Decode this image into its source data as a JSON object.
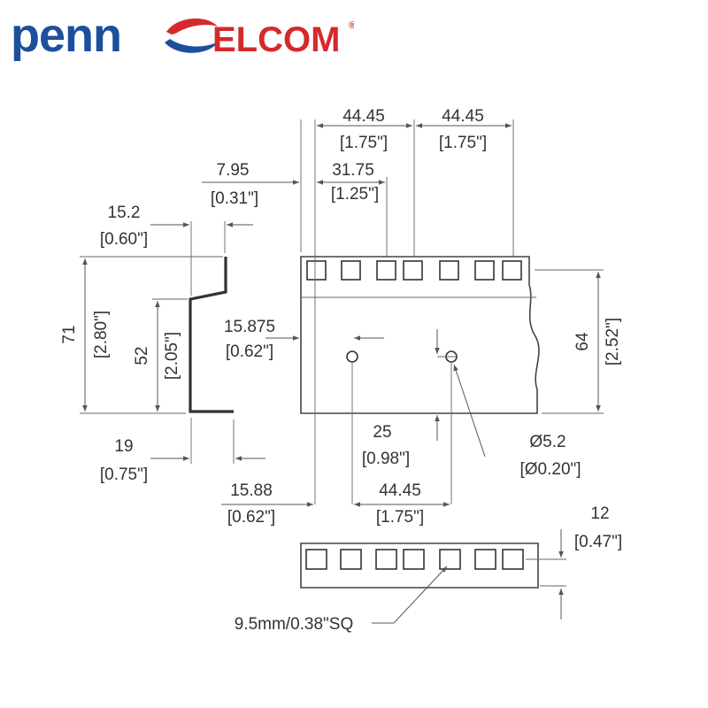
{
  "logo": {
    "brand_left": "penn",
    "brand_right": "ELCOM",
    "registered": "®",
    "colors": {
      "blue": "#1d4f9c",
      "red": "#d42a2e"
    }
  },
  "dimensions": {
    "top_pitch_1": {
      "mm": "44.45",
      "in": "[1.75\"]"
    },
    "top_pitch_2": {
      "mm": "44.45",
      "in": "[1.75\"]"
    },
    "first_hole_offset": {
      "mm": "31.75",
      "in": "[1.25\"]"
    },
    "flange_gap": {
      "mm": "7.95",
      "in": "[0.31\"]"
    },
    "profile_top_flange": {
      "mm": "15.2",
      "in": "[0.60\"]"
    },
    "profile_height": {
      "mm": "71",
      "in": "[2.80\"]"
    },
    "profile_inner_height": {
      "mm": "52",
      "in": "[2.05\"]"
    },
    "profile_bottom_flange": {
      "mm": "19",
      "in": "[0.75\"]"
    },
    "hole_edge_offset": {
      "mm": "15.875",
      "in": "[0.62\"]"
    },
    "hole_vertical": {
      "mm": "25",
      "in": "[0.98\"]"
    },
    "hole_diameter": {
      "mm": "Ø5.2",
      "in": "[Ø0.20\"]"
    },
    "bottom_offset": {
      "mm": "15.88",
      "in": "[0.62\"]"
    },
    "bottom_pitch": {
      "mm": "44.45",
      "in": "[1.75\"]"
    },
    "rail_height": {
      "mm": "64",
      "in": "[2.52\"]"
    },
    "strip_height": {
      "mm": "12",
      "in": "[0.47\"]"
    },
    "square_hole_label": "9.5mm/0.38\"SQ"
  }
}
